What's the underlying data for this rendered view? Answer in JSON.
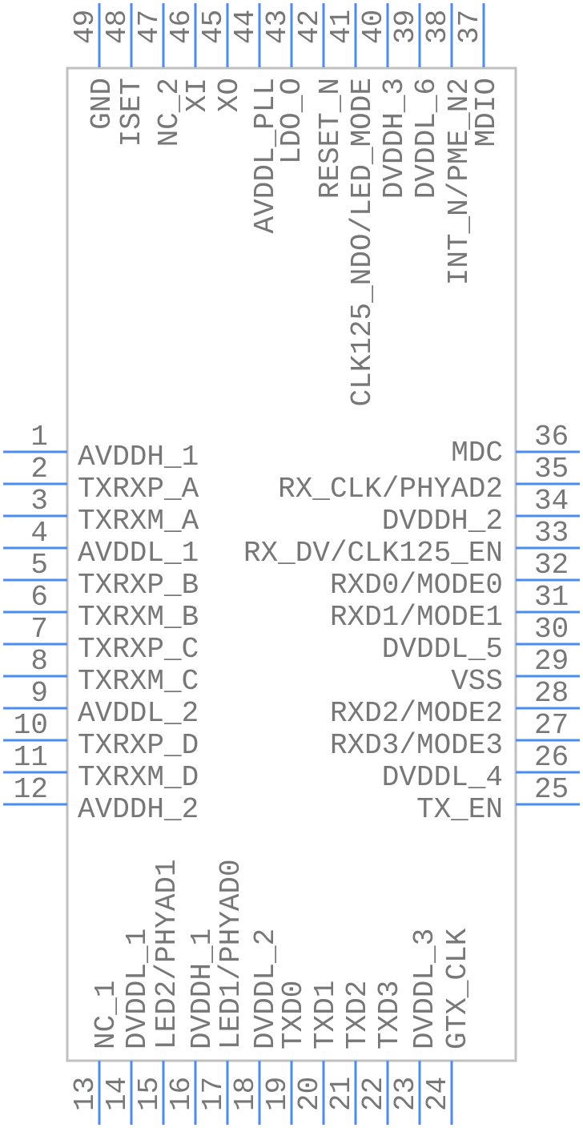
{
  "colors": {
    "pin": "#4a8cf0",
    "body_outline": "#c0c0c0",
    "text": "#777777"
  },
  "pins": {
    "left": [
      {
        "number": "1",
        "label": "AVDDH_1"
      },
      {
        "number": "2",
        "label": "TXRXP_A"
      },
      {
        "number": "3",
        "label": "TXRXM_A"
      },
      {
        "number": "4",
        "label": "AVDDL_1"
      },
      {
        "number": "5",
        "label": "TXRXP_B"
      },
      {
        "number": "6",
        "label": "TXRXM_B"
      },
      {
        "number": "7",
        "label": "TXRXP_C"
      },
      {
        "number": "8",
        "label": "TXRXM_C"
      },
      {
        "number": "9",
        "label": "AVDDL_2"
      },
      {
        "number": "10",
        "label": "TXRXP_D"
      },
      {
        "number": "11",
        "label": "TXRXM_D"
      },
      {
        "number": "12",
        "label": "AVDDH_2"
      }
    ],
    "right": [
      {
        "number": "36",
        "label": "MDC"
      },
      {
        "number": "35",
        "label": "RX_CLK/PHYAD2"
      },
      {
        "number": "34",
        "label": "DVDDH_2"
      },
      {
        "number": "33",
        "label": "RX_DV/CLK125_EN"
      },
      {
        "number": "32",
        "label": "RXD0/MODE0"
      },
      {
        "number": "31",
        "label": "RXD1/MODE1"
      },
      {
        "number": "30",
        "label": "DVDDL_5"
      },
      {
        "number": "29",
        "label": "VSS"
      },
      {
        "number": "28",
        "label": "RXD2/MODE2"
      },
      {
        "number": "27",
        "label": "RXD3/MODE3"
      },
      {
        "number": "26",
        "label": "DVDDL_4"
      },
      {
        "number": "25",
        "label": "TX_EN"
      }
    ],
    "top": [
      {
        "number": "49",
        "label": "GND"
      },
      {
        "number": "48",
        "label": "ISET"
      },
      {
        "number": "47",
        "label": "NC_2"
      },
      {
        "number": "46",
        "label": "XI"
      },
      {
        "number": "45",
        "label": "XO"
      },
      {
        "number": "44",
        "label": "AVDDL_PLL"
      },
      {
        "number": "43",
        "label": "LDO_O"
      },
      {
        "number": "42",
        "label": "RESET_N"
      },
      {
        "number": "41",
        "label": "CLK125_NDO/LED_MODE"
      },
      {
        "number": "40",
        "label": "DVDDH_3"
      },
      {
        "number": "39",
        "label": "DVDDL_6"
      },
      {
        "number": "38",
        "label": "INT_N/PME_N2"
      },
      {
        "number": "37",
        "label": "MDIO"
      }
    ],
    "bottom": [
      {
        "number": "13",
        "label": "NC_1"
      },
      {
        "number": "14",
        "label": "DVDDL_1"
      },
      {
        "number": "15",
        "label": "LED2/PHYAD1"
      },
      {
        "number": "16",
        "label": "DVDDH_1"
      },
      {
        "number": "17",
        "label": "LED1/PHYAD0"
      },
      {
        "number": "18",
        "label": "DVDDL_2"
      },
      {
        "number": "19",
        "label": "TXD0"
      },
      {
        "number": "20",
        "label": "TXD1"
      },
      {
        "number": "21",
        "label": "TXD2"
      },
      {
        "number": "22",
        "label": "TXD3"
      },
      {
        "number": "23",
        "label": "DVDDL_3"
      },
      {
        "number": "24",
        "label": "GTX_CLK"
      }
    ]
  }
}
